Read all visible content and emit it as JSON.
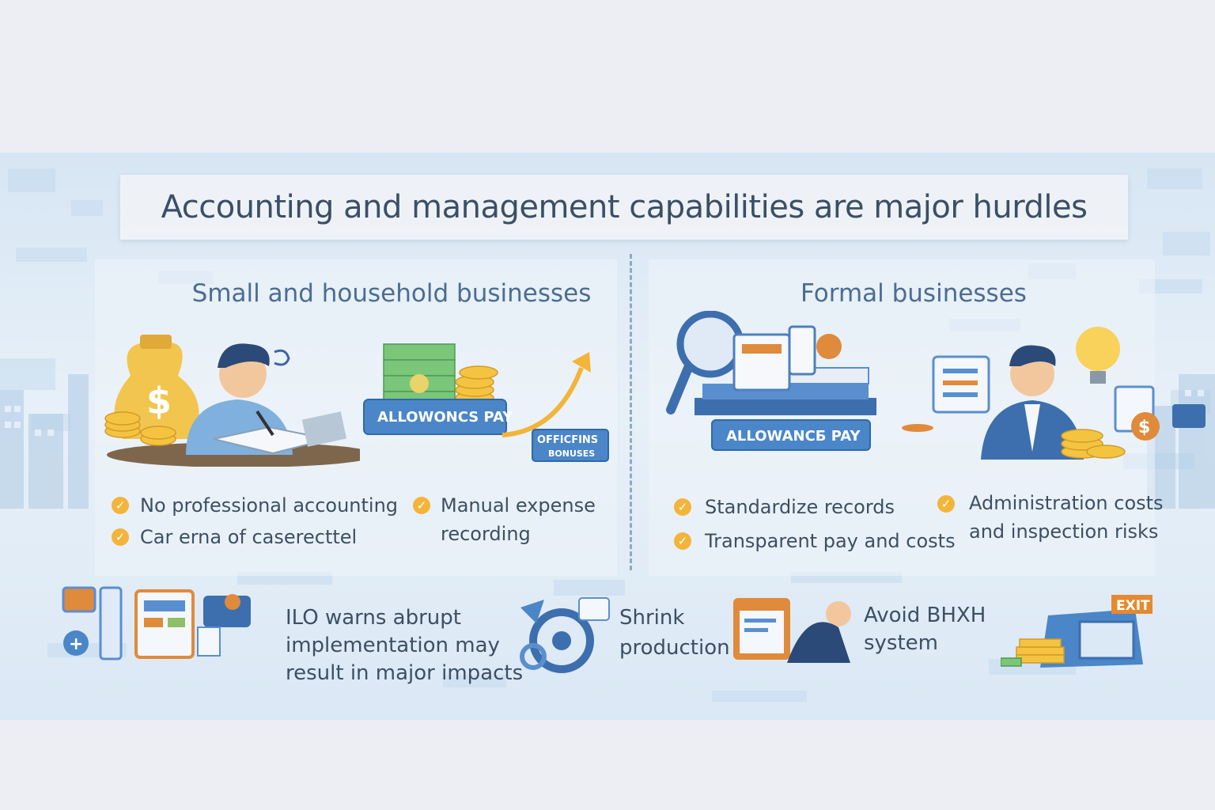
{
  "title": "Accounting and management capabilities are major hurdles",
  "left_section": {
    "heading": "Small and household businesses",
    "sign_allowance": "ALLOWONCS PAY",
    "sign_bonus_line1": "OFFICFINS",
    "sign_bonus_line2": "BONUSES",
    "bullets": [
      {
        "text": "No professional accounting"
      },
      {
        "text": "Car erna of caserecttel"
      },
      {
        "text": "Manual expense",
        "text2": "recording"
      }
    ]
  },
  "right_section": {
    "heading": "Formal businesses",
    "sign_allowance": "ALLOWANCБ PAY",
    "bullets": [
      {
        "text": "Standardize  records"
      },
      {
        "text": "Transparent pay and costs"
      },
      {
        "text": "Administration costs",
        "text2": "and inspection risks"
      }
    ]
  },
  "bottom": {
    "ilo_line1": "ILO warns abrupt",
    "ilo_line2": "implementation may",
    "ilo_line3": "result in major impacts",
    "shrink_line1": "Shrink",
    "shrink_line2": "production",
    "avoid_line1": "Avoid BHXH",
    "avoid_line2": "system",
    "exit_label": "EXIT"
  },
  "colors": {
    "accent_orange": "#f2b53a",
    "heading_blue": "#4b6d92",
    "text_dark": "#3d4f63",
    "sign_blue": "#4a86c8"
  }
}
